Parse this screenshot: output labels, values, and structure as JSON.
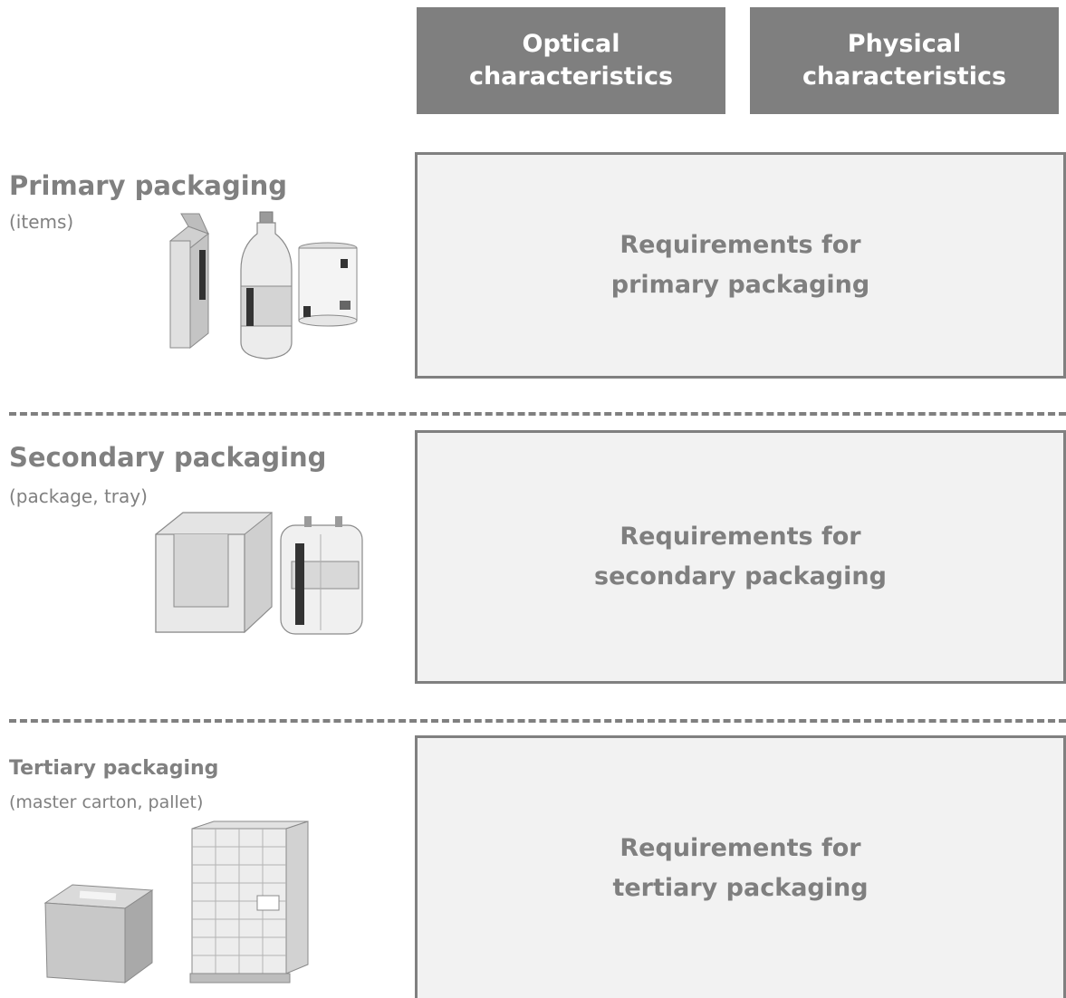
{
  "columns": {
    "optical": "Optical\ncharacteristics",
    "physical": "Physical\ncharacteristics"
  },
  "rows": [
    {
      "title": "Primary packaging",
      "subtitle": "(items)",
      "requirement": "Requirements for\nprimary packaging"
    },
    {
      "title": "Secondary packaging",
      "subtitle": "(package, tray)",
      "requirement": "Requirements for\nsecondary packaging"
    },
    {
      "title": "Tertiary packaging",
      "subtitle": "(master carton, pallet)",
      "requirement": "Requirements for\ntertiary packaging"
    }
  ],
  "colors": {
    "header_bg": "#7f7f7f",
    "box_bg": "#f2f2f2",
    "border": "#808080",
    "text": "#808080"
  }
}
